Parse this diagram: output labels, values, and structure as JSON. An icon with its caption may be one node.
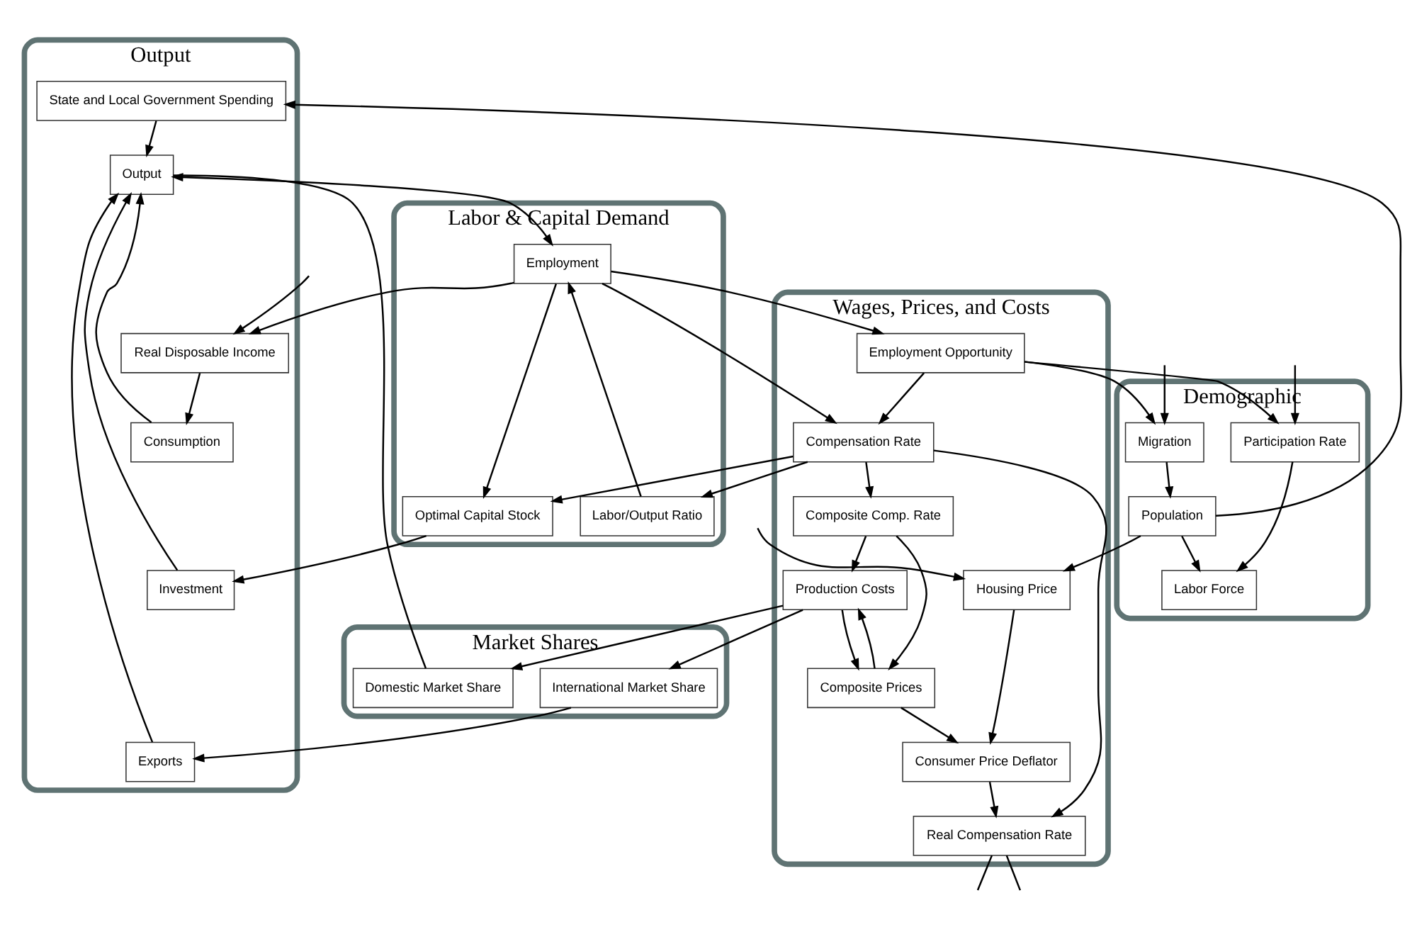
{
  "diagram": {
    "nodes": [
      {
        "text": [
          "Output"
        ]
      },
      {
        "text": [
          "State and Local Government Spending"
        ],
        "in": 0
      },
      {
        "text": [
          "Output"
        ],
        "in": 0
      },
      {
        "text": [
          "Consumption"
        ],
        "in": 0
      },
      {
        "text": [
          "Investment"
        ],
        "in": 0
      },
      {
        "text": [
          "Exports"
        ],
        "in": 0
      },
      {
        "text": [
          "Real Disposable Income"
        ],
        "in": 0
      },
      {
        "text": [
          "Demographic"
        ]
      },
      {
        "text": [
          "Migration"
        ],
        "in": 7
      },
      {
        "text": [
          "Population"
        ],
        "in": 7
      },
      {
        "text": [
          "Participation Rate"
        ],
        "in": 7
      },
      {
        "text": [
          "Labor Force"
        ],
        "in": 7
      },
      {
        "text": [
          "Labor & Capital Demand"
        ]
      },
      {
        "text": [
          "Optimal Capital Stock"
        ],
        "in": 12
      },
      {
        "text": [
          "Employment"
        ],
        "in": 12
      },
      {
        "text": [
          "Labor/Output Ratio"
        ],
        "in": 12
      },
      {
        "text": [
          "Market Shares"
        ]
      },
      {
        "text": [
          "Domestic Market Share"
        ],
        "in": 16
      },
      {
        "text": [
          "International Market Share"
        ],
        "in": 16
      },
      {
        "text": [
          "Wages, Prices, and Costs"
        ]
      },
      {
        "text": [
          "Employment Opportunity"
        ],
        "in": 19
      },
      {
        "text": [
          "Compensation Rate"
        ],
        "in": 19
      },
      {
        "text": [
          "Composite Comp. Rate"
        ],
        "in": 19
      },
      {
        "text": [
          "Production Costs"
        ],
        "in": 19
      },
      {
        "text": [
          "Housing Price"
        ],
        "in": 19
      },
      {
        "text": [
          "Consumer Price Deflator"
        ],
        "in": 19
      },
      {
        "text": [
          "Real Compensation Rate"
        ],
        "in": 19
      },
      {
        "text": [
          "Composite Prices"
        ],
        "in": 19
      }
    ],
    "edges": [
      {
        "from": 1,
        "to": 2,
        "arrow": "to"
      },
      {
        "from": 3,
        "to": 2,
        "arrow": "to"
      },
      {
        "from": 4,
        "to": 2,
        "arrow": "to"
      },
      {
        "from": 5,
        "to": 2,
        "arrow": "to"
      },
      {
        "from": 6,
        "to": 3,
        "arrow": "to"
      },
      {
        "from": null,
        "to": 6,
        "arrow": "to"
      },
      {
        "from": 2,
        "to": 14,
        "arrow": "both"
      },
      {
        "from": 17,
        "to": 2,
        "arrow": "none"
      },
      {
        "from": 18,
        "to": 5,
        "arrow": "to"
      },
      {
        "from": 14,
        "to": 6,
        "arrow": "to"
      },
      {
        "from": 13,
        "to": 4,
        "arrow": "to"
      },
      {
        "from": 9,
        "to": 1,
        "arrow": "to"
      },
      {
        "from": 9,
        "to": 24,
        "arrow": "to"
      },
      {
        "from": 8,
        "to": 9,
        "arrow": "to"
      },
      {
        "from": 9,
        "to": 11,
        "arrow": "to"
      },
      {
        "from": 10,
        "to": 11,
        "arrow": "to"
      },
      {
        "from": null,
        "to": 8,
        "arrow": "to"
      },
      {
        "from": null,
        "to": 10,
        "arrow": "to"
      },
      {
        "from": null,
        "to": 24,
        "arrow": "to"
      },
      {
        "from": 14,
        "to": 13,
        "arrow": "to"
      },
      {
        "from": 15,
        "to": 14,
        "arrow": "to"
      },
      {
        "from": 14,
        "to": 20,
        "arrow": "to"
      },
      {
        "from": 14,
        "to": 21,
        "arrow": "to"
      },
      {
        "from": 20,
        "to": 8,
        "arrow": "to"
      },
      {
        "from": 20,
        "to": 10,
        "arrow": "to"
      },
      {
        "from": 20,
        "to": 21,
        "arrow": "to"
      },
      {
        "from": 21,
        "to": 13,
        "arrow": "to"
      },
      {
        "from": 21,
        "to": 15,
        "arrow": "to"
      },
      {
        "from": 21,
        "to": 22,
        "arrow": "to"
      },
      {
        "from": 21,
        "to": 26,
        "arrow": "to"
      },
      {
        "from": 22,
        "to": 23,
        "arrow": "to"
      },
      {
        "from": 22,
        "to": 27,
        "arrow": "to"
      },
      {
        "from": 23,
        "to": 27,
        "arrow": "to"
      },
      {
        "from": 27,
        "to": 23,
        "arrow": "to"
      },
      {
        "from": 23,
        "to": 17,
        "arrow": "to"
      },
      {
        "from": 23,
        "to": 18,
        "arrow": "to"
      },
      {
        "from": 24,
        "to": 25,
        "arrow": "to"
      },
      {
        "from": 25,
        "to": 26,
        "arrow": "to"
      },
      {
        "from": 27,
        "to": 25,
        "arrow": "to"
      },
      {
        "from": 26,
        "to": null,
        "arrow": "none"
      },
      {
        "from": 26,
        "to": null,
        "arrow": "none"
      }
    ]
  }
}
